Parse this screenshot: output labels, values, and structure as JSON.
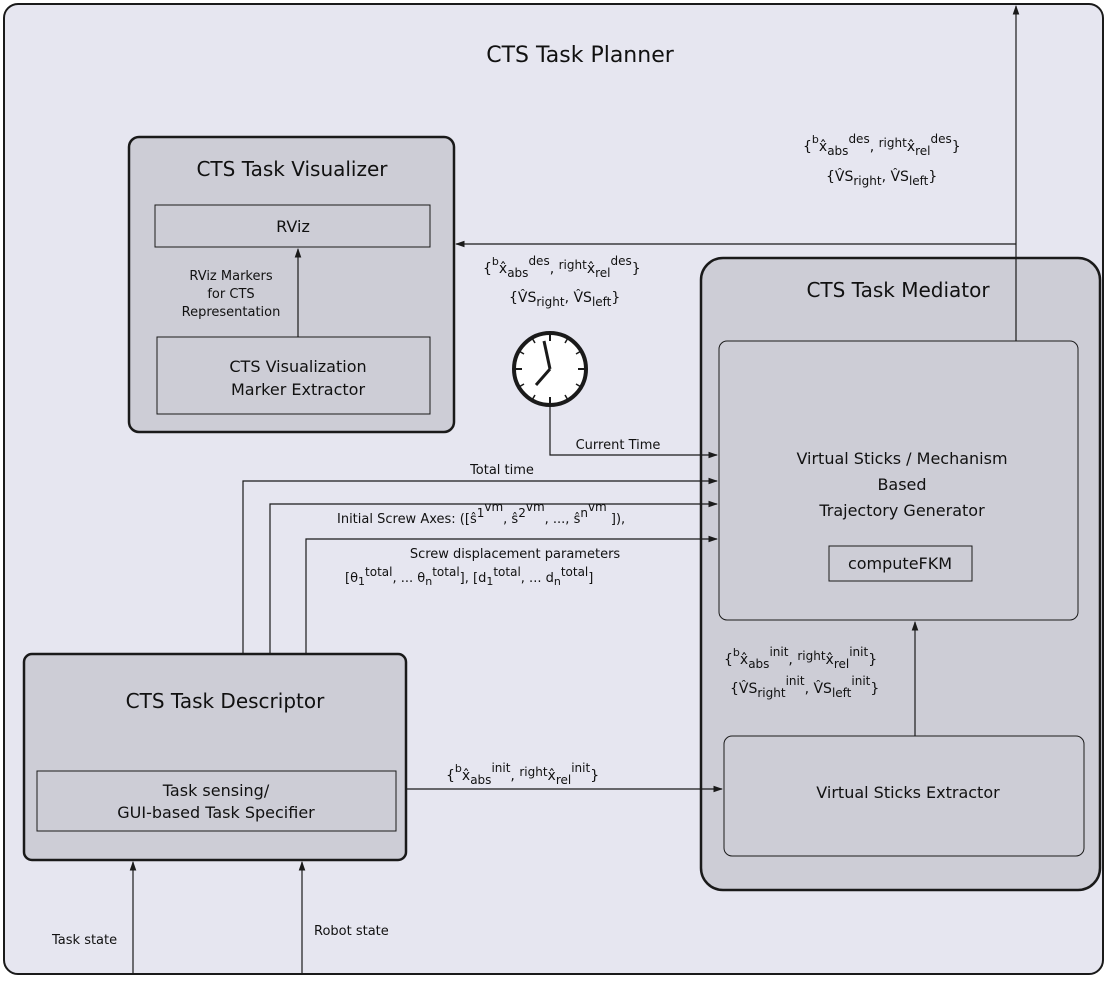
{
  "planner": {
    "title": "CTS Task Planner"
  },
  "visualizer": {
    "title": "CTS Task Visualizer",
    "rviz_label": "RViz",
    "markers_label": [
      "RViz Markers",
      "for CTS",
      "Representation"
    ],
    "extractor_label": [
      "CTS Visualization",
      "Marker Extractor"
    ]
  },
  "mediator": {
    "title": "CTS Task Mediator",
    "generator_label": [
      "Virtual Sticks / Mechanism",
      "Based",
      "Trajectory Generator"
    ],
    "fkm_label": "computeFKM",
    "vs_extractor_label": "Virtual Sticks Extractor"
  },
  "descriptor": {
    "title": "CTS Task Descriptor",
    "specifier_label": [
      "Task sensing/",
      "GUI-based Task Specifier"
    ]
  },
  "edges": {
    "current_time": "Current Time",
    "total_time": "Total time",
    "initial_screw_axes": "Initial Screw Axes:  ([ŝ1vm, ŝ2vm, ..., ŝnvm ]),",
    "screw_params_line1": "Screw displacement parameters",
    "screw_params_line2": "[θ1total, ... θntotal], [d1total, ... dntotal]",
    "task_state": "Task state",
    "robot_state": "Robot state",
    "des_pose": "{bx̂absdes, rightx̂reldes}",
    "des_vs": "{V̂Sright, V̂Sleft}",
    "init_pose": "{bx̂absinit, rightx̂relinit}",
    "init_vs": "{V̂Srightinit, V̂Sleftinit}"
  }
}
